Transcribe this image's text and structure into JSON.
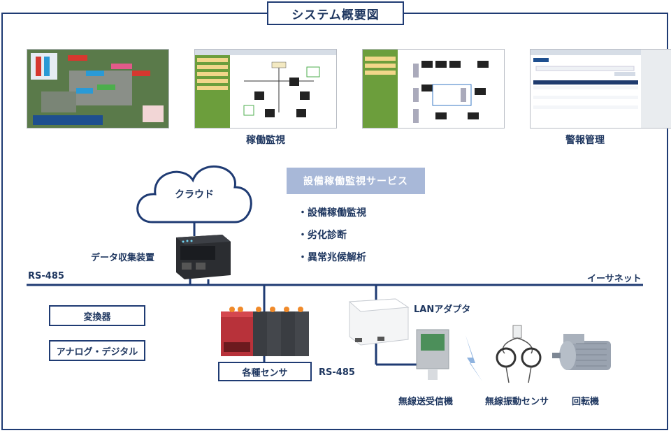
{
  "title": "システム概要図",
  "screens": {
    "caption_monitoring": "稼働監視",
    "caption_alarm": "警報管理"
  },
  "cloud": {
    "label": "クラウド"
  },
  "service": {
    "heading": "設備稼働監視サービス",
    "items": [
      "・設備稼働監視",
      "・劣化診断",
      "・異常兆候解析"
    ]
  },
  "devices": {
    "collector": "データ収集装置",
    "rs485_left": "RS-485",
    "ethernet": "イーサネット",
    "converter": "変換器",
    "analog_digital": "アナログ・デジタル",
    "sensors": "各種センサ",
    "rs485_mid": "RS-485",
    "lan_adapter": "LANアダプタ",
    "wireless_tx": "無線送受信機",
    "vibration_sensor": "無線振動センサ",
    "rotator": "回転機"
  },
  "colors": {
    "navy": "#1f3b73",
    "service_bg": "#a8b8d8"
  }
}
